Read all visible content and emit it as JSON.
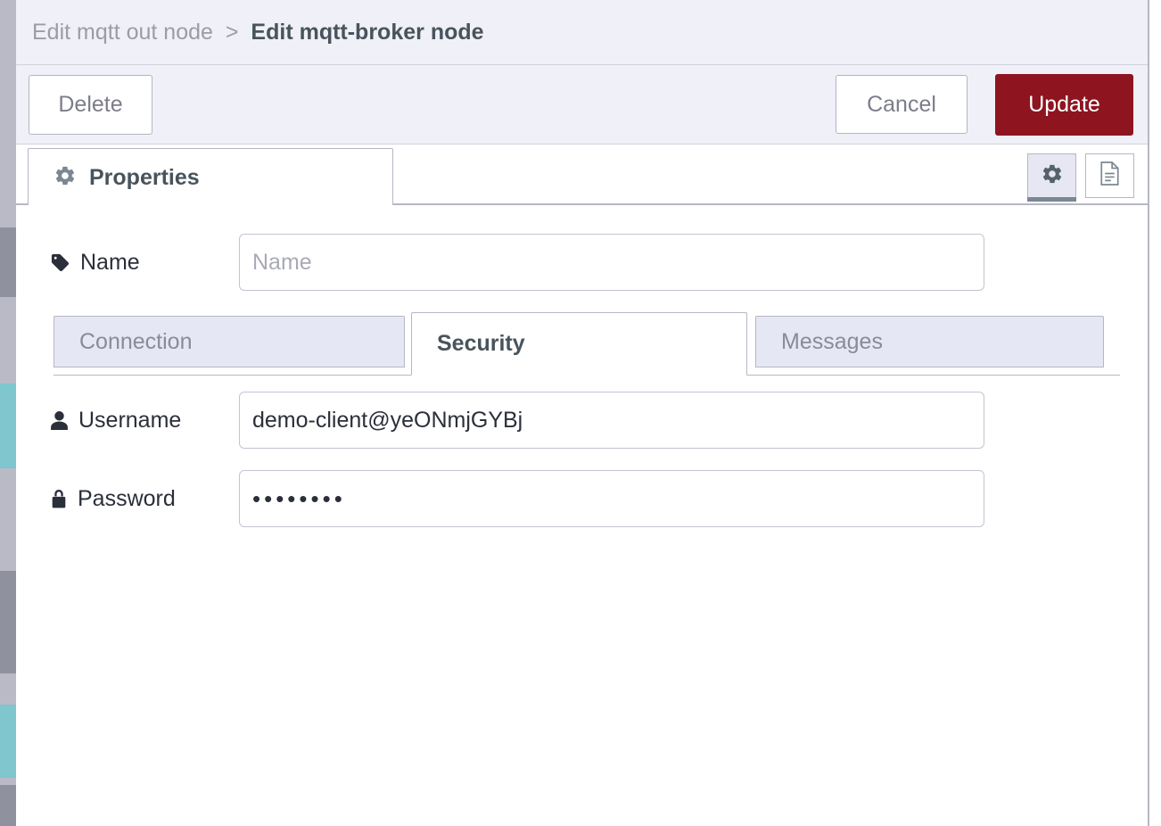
{
  "header": {
    "breadcrumb_previous": "Edit mqtt out node",
    "breadcrumb_separator": ">",
    "breadcrumb_current": "Edit mqtt-broker node"
  },
  "toolbar": {
    "delete_label": "Delete",
    "cancel_label": "Cancel",
    "update_label": "Update",
    "primary_color": "#8e1420"
  },
  "tab_bar": {
    "active_tab_label": "Properties",
    "active_tab_icon": "gear-icon",
    "icon_buttons": [
      {
        "name": "gear-icon",
        "active": true
      },
      {
        "name": "description-icon",
        "active": false
      }
    ]
  },
  "form": {
    "name": {
      "label": "Name",
      "icon": "tag-icon",
      "value": "",
      "placeholder": "Name"
    },
    "username": {
      "label": "Username",
      "icon": "user-icon",
      "value": "demo-client@yeONmjGYBj",
      "placeholder": ""
    },
    "password": {
      "label": "Password",
      "icon": "lock-icon",
      "value": "••••••••",
      "placeholder": ""
    }
  },
  "subtabs": [
    {
      "label": "Connection",
      "active": false
    },
    {
      "label": "Security",
      "active": true
    },
    {
      "label": "Messages",
      "active": false
    }
  ]
}
